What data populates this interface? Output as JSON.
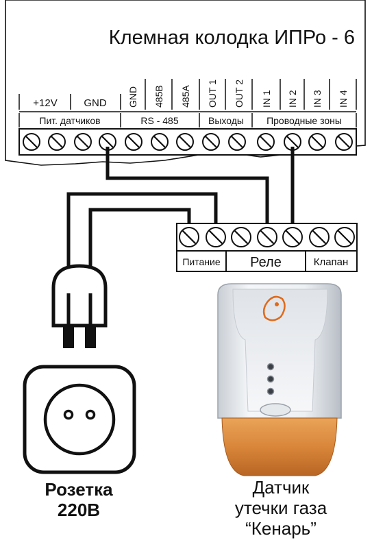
{
  "title": "Клемная колодка ИПРо - 6",
  "terminal_columns": [
    {
      "label": "+12V",
      "vertical": false
    },
    {
      "label": "GND",
      "vertical": false
    },
    {
      "label": "GND",
      "vertical": true
    },
    {
      "label": "485B",
      "vertical": true
    },
    {
      "label": "485A",
      "vertical": true
    },
    {
      "label": "OUT 1",
      "vertical": true
    },
    {
      "label": "OUT 2",
      "vertical": true
    },
    {
      "label": "IN 1",
      "vertical": true
    },
    {
      "label": "IN 2",
      "vertical": true
    },
    {
      "label": "IN 3",
      "vertical": true
    },
    {
      "label": "IN 4",
      "vertical": true
    }
  ],
  "terminal_groups": [
    {
      "label": "Пит. датчиков"
    },
    {
      "label": "RS - 485"
    },
    {
      "label": "Выходы"
    },
    {
      "label": "Проводные зоны"
    }
  ],
  "relay_block": {
    "labels": [
      "Питание",
      "Реле",
      "Клапан"
    ]
  },
  "socket": {
    "label_line1": "Розетка",
    "label_line2": "220В"
  },
  "detector": {
    "label_line1": "Датчик",
    "label_line2": "утечки газа",
    "label_line3": "“Кенарь”",
    "led_count": 3
  },
  "colors": {
    "line": "#111111",
    "detector_body": "#f0f2f4",
    "detector_lens": "#d98a3a",
    "logo": "#e06a1a"
  }
}
